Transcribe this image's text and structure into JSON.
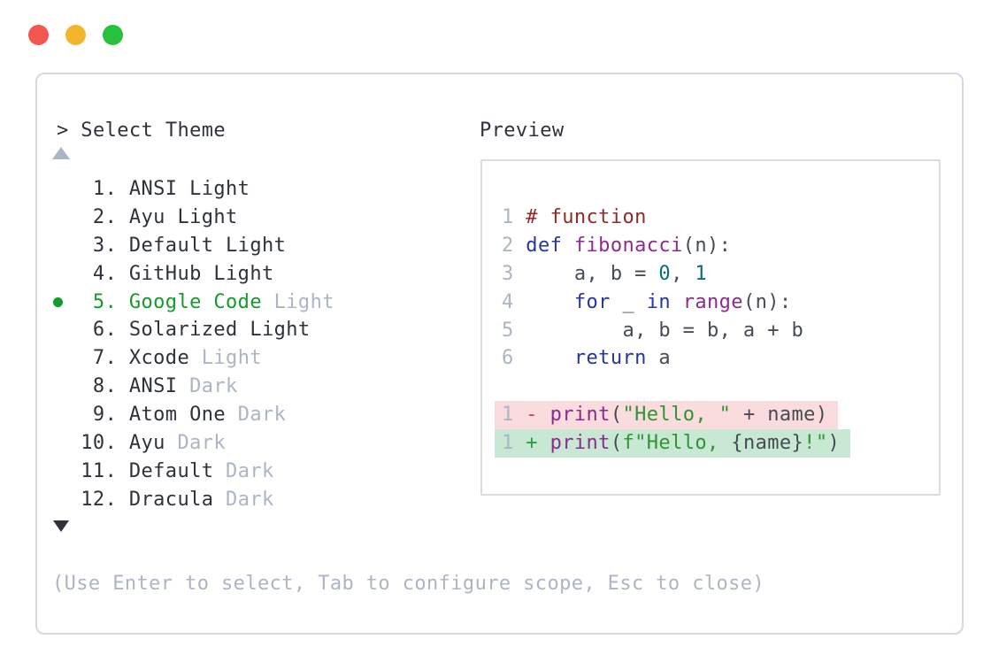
{
  "window": {
    "traffic_lights": [
      {
        "name": "close",
        "color": "#f2564e"
      },
      {
        "name": "minimize",
        "color": "#f2b52d"
      },
      {
        "name": "maximize",
        "color": "#27c13e"
      }
    ]
  },
  "picker": {
    "prompt_symbol": "> ",
    "title": "Select Theme",
    "scroll_up_icon": "up-triangle",
    "scroll_down_icon": "down-triangle",
    "hint": "(Use Enter to select, Tab to configure scope, Esc to close)",
    "items": [
      {
        "num": "   1.",
        "name": "ANSI Light",
        "suffix": "",
        "style": "normal",
        "selected": false
      },
      {
        "num": "   2.",
        "name": "Ayu Light",
        "suffix": "",
        "style": "normal",
        "selected": false
      },
      {
        "num": "   3.",
        "name": "Default Light",
        "suffix": "",
        "style": "normal",
        "selected": false
      },
      {
        "num": "   4.",
        "name": "GitHub Light",
        "suffix": "",
        "style": "normal",
        "selected": false
      },
      {
        "num": "   5.",
        "name": "Google Code",
        "suffix": " Light",
        "style": "selected",
        "selected": true
      },
      {
        "num": "   6.",
        "name": "Solarized Light",
        "suffix": "",
        "style": "normal",
        "selected": false
      },
      {
        "num": "   7.",
        "name": "Xcode",
        "suffix": " Light",
        "style": "normal",
        "selected": false
      },
      {
        "num": "   8.",
        "name": "ANSI",
        "suffix": " Dark",
        "style": "normal",
        "selected": false
      },
      {
        "num": "   9.",
        "name": "Atom One",
        "suffix": " Dark",
        "style": "normal",
        "selected": false
      },
      {
        "num": "  10.",
        "name": "Ayu",
        "suffix": " Dark",
        "style": "normal",
        "selected": false
      },
      {
        "num": "  11.",
        "name": "Default",
        "suffix": " Dark",
        "style": "normal",
        "selected": false
      },
      {
        "num": "  12.",
        "name": "Dracula",
        "suffix": " Dark",
        "style": "normal",
        "selected": false
      }
    ]
  },
  "preview": {
    "title": "Preview",
    "code_lines": [
      {
        "ln": "1",
        "tokens": [
          [
            "comment",
            "# function"
          ]
        ]
      },
      {
        "ln": "2",
        "tokens": [
          [
            "kw",
            "def"
          ],
          [
            "plain",
            " "
          ],
          [
            "fn",
            "fibonacci"
          ],
          [
            "plain",
            "(n):"
          ]
        ]
      },
      {
        "ln": "3",
        "tokens": [
          [
            "plain",
            "    a, b = "
          ],
          [
            "lit",
            "0"
          ],
          [
            "plain",
            ", "
          ],
          [
            "lit",
            "1"
          ]
        ]
      },
      {
        "ln": "4",
        "tokens": [
          [
            "plain",
            "    "
          ],
          [
            "kw",
            "for"
          ],
          [
            "plain",
            " _ "
          ],
          [
            "kw",
            "in"
          ],
          [
            "plain",
            " "
          ],
          [
            "fn",
            "range"
          ],
          [
            "plain",
            "(n):"
          ]
        ]
      },
      {
        "ln": "5",
        "tokens": [
          [
            "plain",
            "        a, b = b, a + b"
          ]
        ]
      },
      {
        "ln": "6",
        "tokens": [
          [
            "plain",
            "    "
          ],
          [
            "kw",
            "return"
          ],
          [
            "plain",
            " a"
          ]
        ]
      }
    ],
    "diff_lines": [
      {
        "ln": "1",
        "bg": "del",
        "tokens": [
          [
            "minus",
            "- "
          ],
          [
            "fn",
            "print"
          ],
          [
            "plain",
            "("
          ],
          [
            "str",
            "\"Hello, \""
          ],
          [
            "plain",
            " + name)"
          ]
        ]
      },
      {
        "ln": "1",
        "bg": "add",
        "tokens": [
          [
            "plus",
            "+ "
          ],
          [
            "fn",
            "print"
          ],
          [
            "plain",
            "("
          ],
          [
            "str",
            "f\"Hello, "
          ],
          [
            "plain",
            "{name}"
          ],
          [
            "str",
            "!\""
          ],
          [
            "plain",
            ")"
          ]
        ]
      }
    ]
  },
  "colors": {
    "text_dark": "#2d323b",
    "text_muted": "#abb5c6",
    "selected_green": "#149b2b",
    "code_plain": "#464c55",
    "syntax_comment": "#8f2b27",
    "syntax_keyword": "#2634a5",
    "syntax_function": "#8d2b8d",
    "syntax_literal": "#0b6e6e",
    "syntax_string": "#2f9532",
    "diff_minus": "#d0413d",
    "diff_plus": "#27a042",
    "diff_del_bg": "#fadbde",
    "diff_add_bg": "#c8e8d3",
    "panel_border": "#d4d9e1"
  }
}
